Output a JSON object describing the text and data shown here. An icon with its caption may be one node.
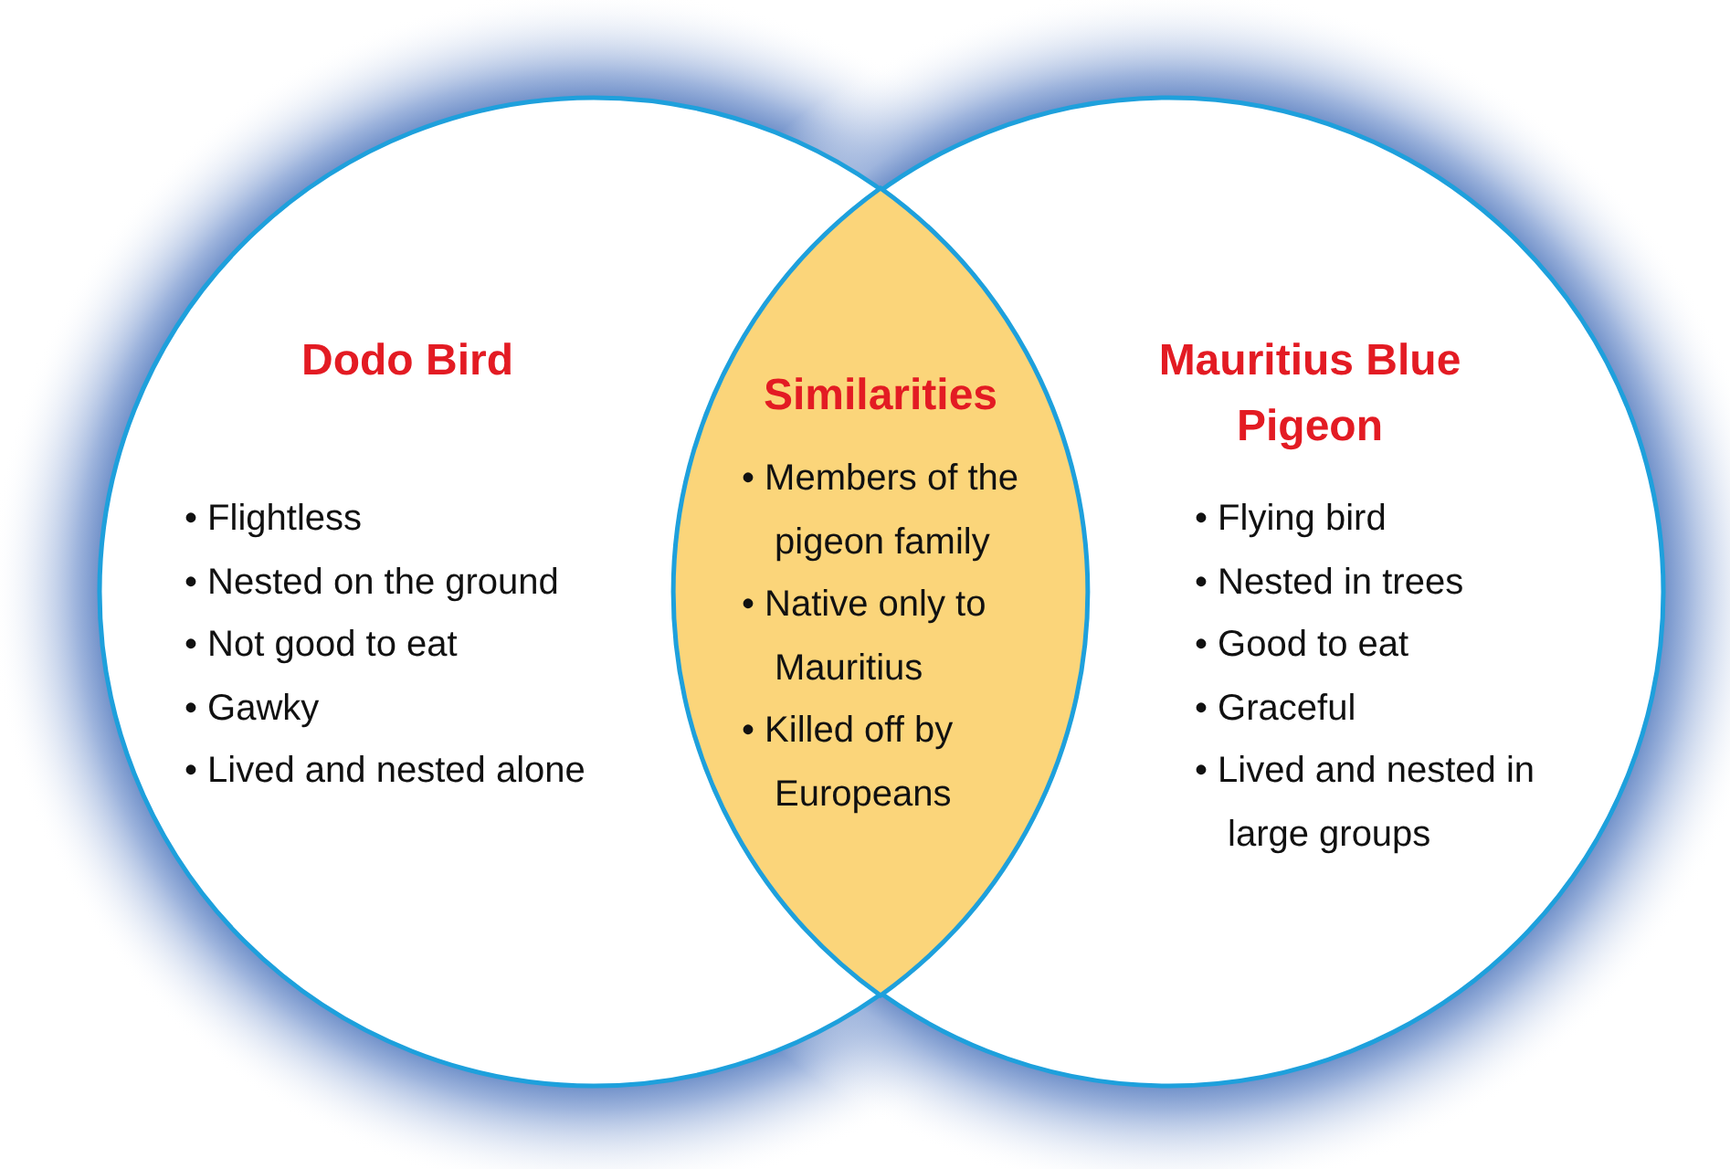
{
  "diagram": {
    "nodes": [
      {
        "text": [
          "Dodo Bird",
          "• Flightless",
          "• Nested on the ground",
          "• Not good to eat",
          "• Gawky",
          "• Lived and nested alone"
        ]
      },
      {
        "text": [
          "Mauritius Blue Pigeon",
          "• Flying bird",
          "• Nested in trees",
          "• Good to eat",
          "• Graceful",
          "• Lived and nested in large groups"
        ]
      },
      {
        "text": [
          "Similarities",
          "• Members of the pigeon family",
          "• Native only to Mauritius",
          "• Killed off by Europeans"
        ]
      }
    ],
    "edges": []
  }
}
